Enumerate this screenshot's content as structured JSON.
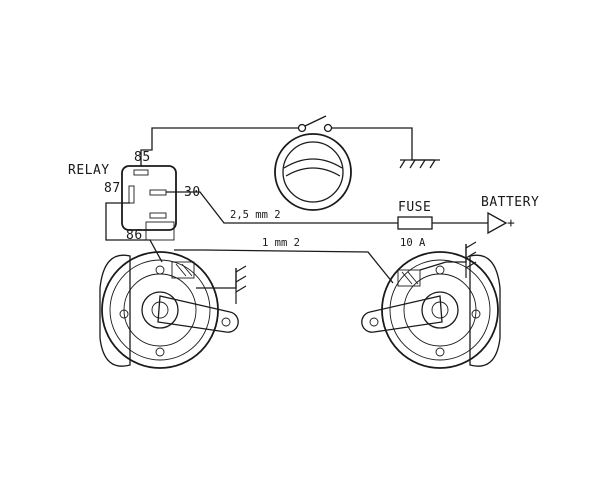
{
  "labels": {
    "relay": "RELAY",
    "pin_85": "85",
    "pin_87": "87",
    "pin_30": "30",
    "pin_86": "86",
    "fuse": "FUSE",
    "fuse_rating": "10 A",
    "battery": "BATTERY",
    "battery_sign": "+",
    "wire_main": "2,5 mm 2",
    "wire_horns": "1 mm 2"
  }
}
